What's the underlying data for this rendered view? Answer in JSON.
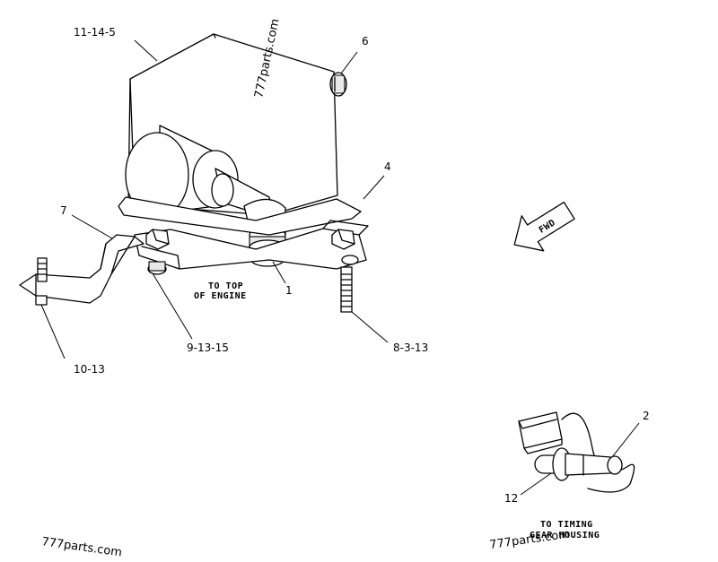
{
  "part_labels": {
    "p11_14_5": "11-14-5",
    "p6": "6",
    "p4": "4",
    "p7": "7",
    "p1": "1",
    "p9_13_15": "9-13-15",
    "p8_3_13": "8-3-13",
    "p10_13": "10-13",
    "p2": "2",
    "p12": "12"
  },
  "notes": {
    "to_top_line1": "TO TOP",
    "to_top_line2": "OF ENGINE",
    "to_timing_line1": "TO TIMING",
    "to_timing_line2": "GEAR HOUSING"
  },
  "direction_arrow": {
    "label": "FWD"
  },
  "watermarks": {
    "top": "777parts.com",
    "bottom_left": "777parts.com",
    "bottom_right": "777parts.com"
  }
}
